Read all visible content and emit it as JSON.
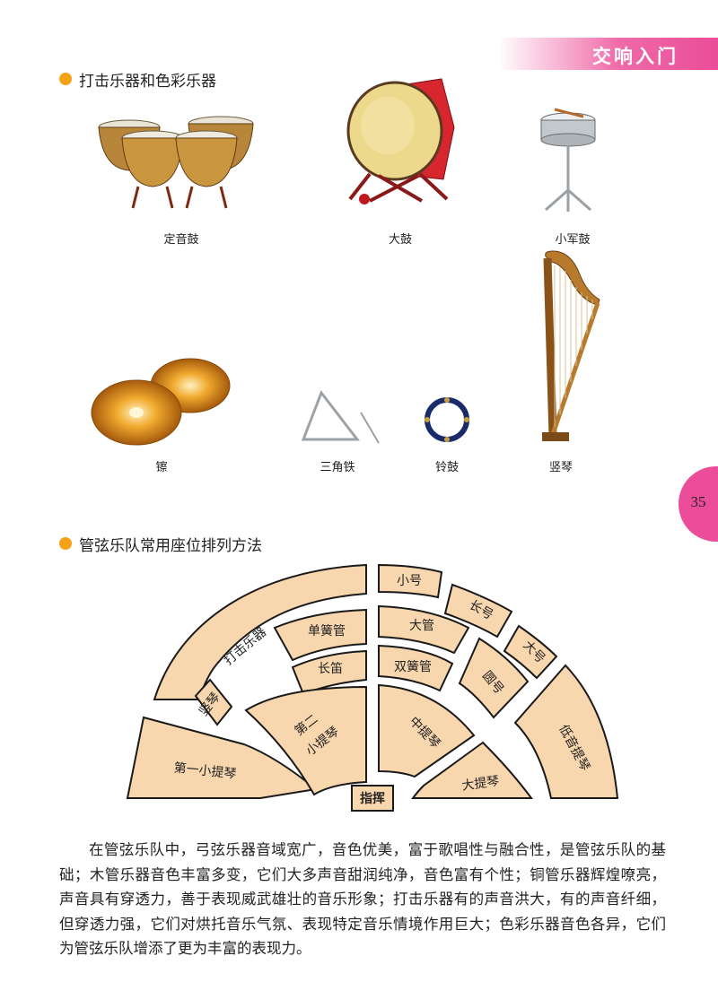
{
  "header": {
    "title": "交响入门"
  },
  "page_number": "35",
  "section1": {
    "title": "打击乐器和色彩乐器",
    "instruments": [
      {
        "caption": "定音鼓"
      },
      {
        "caption": "大鼓"
      },
      {
        "caption": "小军鼓"
      },
      {
        "caption": "镲"
      },
      {
        "caption": "三角铁"
      },
      {
        "caption": "铃鼓"
      },
      {
        "caption": "竖琴"
      }
    ]
  },
  "section2": {
    "title": "管弦乐队常用座位排列方法",
    "seats": {
      "percussion": "打击乐器",
      "harp": "竖琴",
      "first_violin": "第一小提琴",
      "oboe": "单簧管",
      "flute": "长笛",
      "second_violin_a": "第二",
      "second_violin_b": "小提琴",
      "conductor": "指挥",
      "trumpet": "小号",
      "trombone": "长号",
      "tuba": "大号",
      "horn": "大管",
      "bassoon": "双簧管",
      "french_horn": "圆号",
      "viola": "中提琴",
      "cello": "大提琴",
      "double_bass": "低音提琴"
    }
  },
  "paragraph": "在管弦乐队中，弓弦乐器音域宽广，音色优美，富于歌唱性与融合性，是管弦乐队的基础；木管乐器音色丰富多变，它们大多声音甜润纯净，音色富有个性；铜管乐器辉煌嘹亮，声音具有穿透力，善于表现威武雄壮的音乐形象；打击乐器有的声音洪大，有的声音纤细，但穿透力强，它们对烘托音乐气氛、表现特定音乐情境作用巨大；色彩乐器音色各异，它们为管弦乐队增添了更为丰富的表现力。",
  "colors": {
    "seat_fill": "#f8d6ae",
    "seat_stroke": "#1a1a1a",
    "header": "#ea4d98",
    "bullet": "#f5a216"
  }
}
